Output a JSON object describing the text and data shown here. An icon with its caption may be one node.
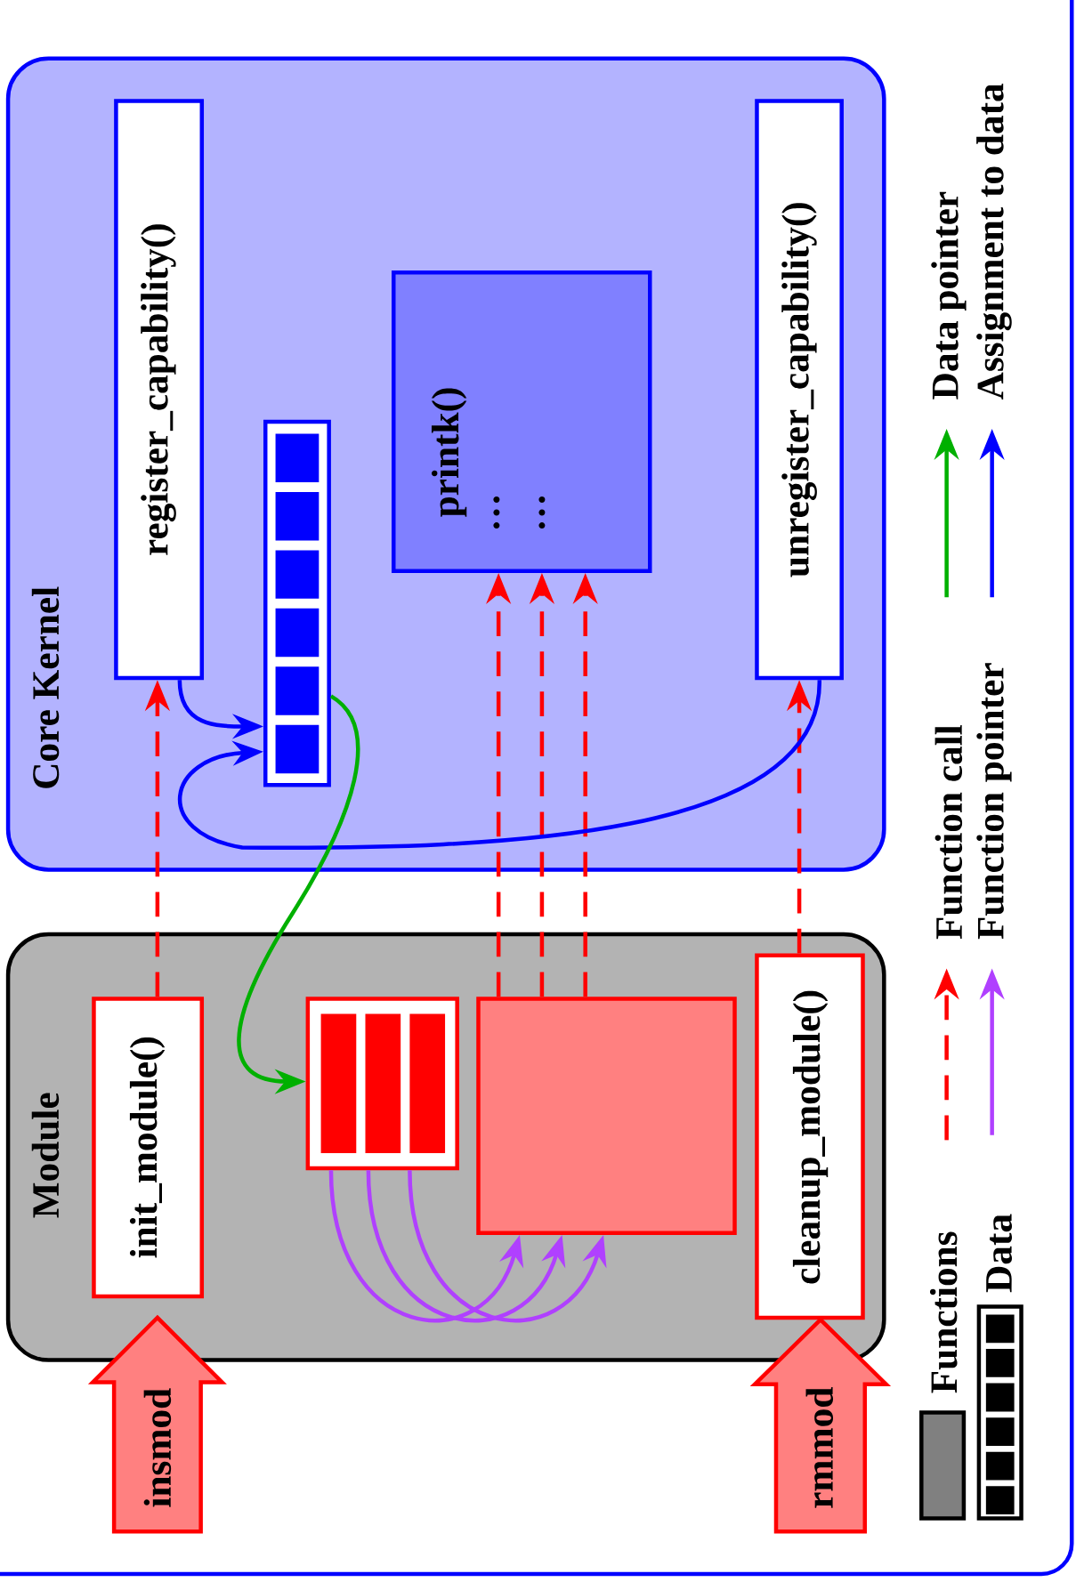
{
  "diagram": {
    "nodes": [
      {
        "text": [
          "Core Kernel"
        ]
      },
      {
        "text": [
          "register_capability()"
        ],
        "in": 0
      },
      {
        "text": [],
        "shape": "bar",
        "in": 0
      },
      {
        "text": [
          "printk()",
          "…",
          "…"
        ],
        "in": 0
      },
      {
        "text": [
          "unregister_capability()"
        ],
        "in": 0
      },
      {
        "text": [
          "Module"
        ]
      },
      {
        "text": [
          "init_module()"
        ],
        "in": 5
      },
      {
        "text": [],
        "shape": "bar",
        "in": 5
      },
      {
        "text": [],
        "shape": "box",
        "in": 5
      },
      {
        "text": [
          "cleanup_module()"
        ],
        "in": 5
      },
      {
        "text": [
          "insmod"
        ]
      },
      {
        "text": [
          "rmmod"
        ]
      }
    ],
    "edges": [
      {
        "from": 6,
        "to": 1,
        "arrow": "to",
        "style": "dashed"
      },
      {
        "from": 8,
        "to": 3,
        "arrow": "to",
        "style": "dashed"
      },
      {
        "from": 8,
        "to": 3,
        "arrow": "to",
        "style": "dashed"
      },
      {
        "from": 8,
        "to": 3,
        "arrow": "to",
        "style": "dashed"
      },
      {
        "from": 9,
        "to": 4,
        "arrow": "to",
        "style": "dashed"
      },
      {
        "from": 1,
        "to": 2,
        "arrow": "to",
        "color": "#0000ff"
      },
      {
        "from": 4,
        "to": 2,
        "arrow": "to",
        "color": "#0000ff"
      },
      {
        "from": 2,
        "to": 7,
        "arrow": "to",
        "color": "#00b000"
      },
      {
        "from": 7,
        "to": 8,
        "arrow": "to",
        "color": "#b040ff"
      },
      {
        "from": 7,
        "to": 8,
        "arrow": "to",
        "color": "#b040ff"
      },
      {
        "from": 7,
        "to": 8,
        "arrow": "to",
        "color": "#b040ff"
      }
    ],
    "legend": [
      {
        "text": "Functions",
        "color": "#808080"
      },
      {
        "text": "Data"
      },
      {
        "text": "Function call"
      },
      {
        "text": "Function pointer"
      },
      {
        "text": "Data pointer"
      },
      {
        "text": "Assignment to data"
      }
    ]
  }
}
